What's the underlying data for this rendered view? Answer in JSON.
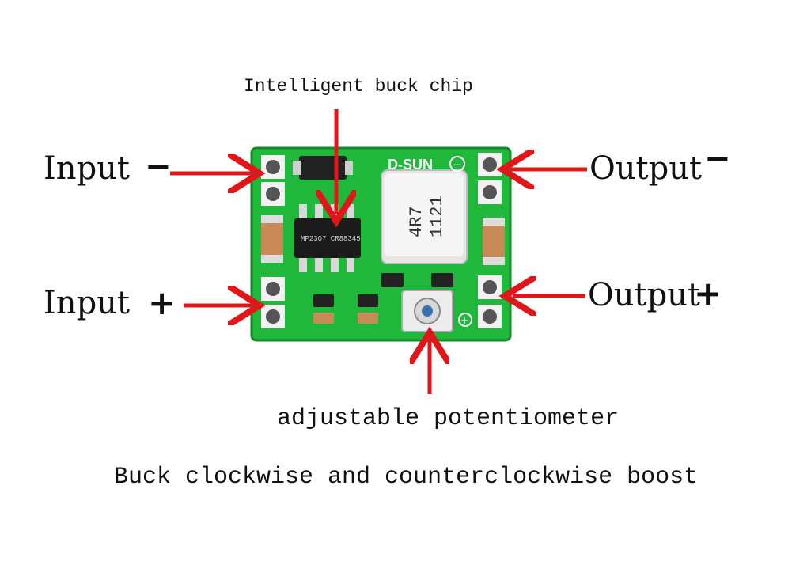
{
  "labels": {
    "chip": "Intelligent buck chip",
    "input_minus": "Input",
    "input_plus": "Input",
    "output_minus": "Output",
    "output_plus": "Output",
    "pot": "adjustable potentiometer",
    "footer": "Buck clockwise and counterclockwise boost"
  },
  "signs": {
    "minus": "−",
    "plus": "+"
  },
  "board": {
    "brand": "D-SUN",
    "inductor_line1": "4R7",
    "inductor_line2": "1121",
    "ic_text": "MP2307 CR88345",
    "minus_symbol": "−",
    "plus_symbol": "+"
  },
  "colors": {
    "pcb": "#1fb83a",
    "arrow": "#e0161b",
    "text": "#111111"
  }
}
